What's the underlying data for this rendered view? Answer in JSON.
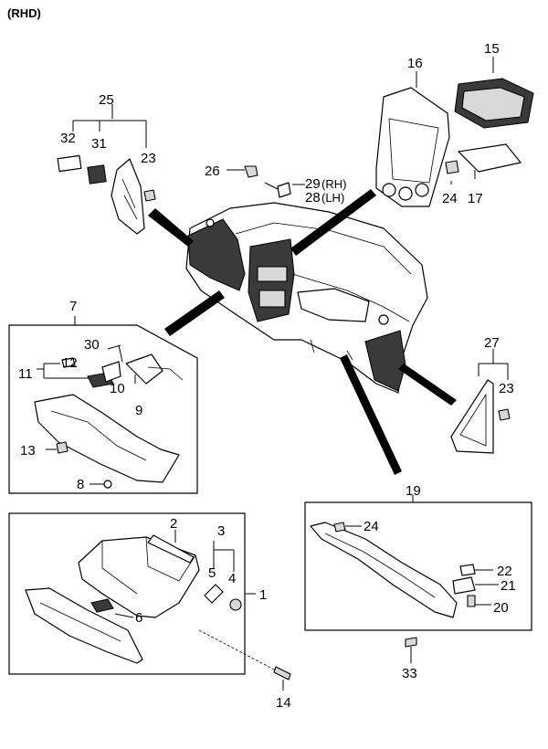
{
  "header": {
    "variant": "(RHD)"
  },
  "callouts": {
    "c1": "1",
    "c2": "2",
    "c3": "3",
    "c4": "4",
    "c5": "5",
    "c6": "6",
    "c7": "7",
    "c8": "8",
    "c9": "9",
    "c10": "10",
    "c11": "11",
    "c12": "12",
    "c13": "13",
    "c14": "14",
    "c15": "15",
    "c16": "16",
    "c17": "17",
    "c19": "19",
    "c20": "20",
    "c21": "21",
    "c22": "22",
    "c23a": "23",
    "c23b": "23",
    "c24a": "24",
    "c24b": "24",
    "c25": "25",
    "c26": "26",
    "c27": "27",
    "c28": "28",
    "c28_side": "(LH)",
    "c29": "29",
    "c29_side": "(RH)",
    "c30": "30",
    "c31": "31",
    "c32": "32",
    "c33": "33"
  }
}
